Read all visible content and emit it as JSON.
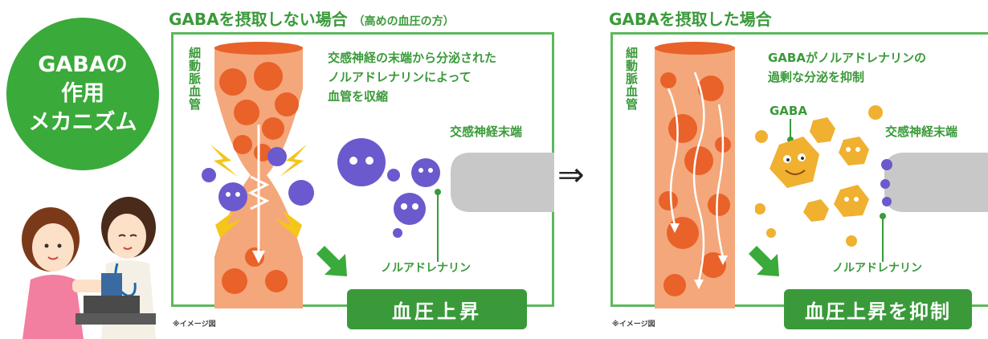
{
  "mechanism": {
    "line1": "GABAの",
    "line2": "作用",
    "line3": "メカニズム"
  },
  "left_panel": {
    "title": "GABAを摂取しない場合",
    "subtitle": "（高めの血圧の方）",
    "vessel_label": "細動脈血管",
    "caption_line1": "交感神経の末端から分泌された",
    "caption_line2": "ノルアドレナリンによって",
    "caption_line3": "血管を収縮",
    "nerve_label": "交感神経末端",
    "substance_label": "ノルアドレナリン",
    "result": "血圧上昇",
    "note": "※イメージ図"
  },
  "arrow_symbol": "⇒",
  "right_panel": {
    "title": "GABAを摂取した場合",
    "vessel_label": "細動脈血管",
    "caption_line1": "GABAがノルアドレナリンの",
    "caption_line2": "過剰な分泌を抑制",
    "gaba_label": "GABA",
    "nerve_label": "交感神経末端",
    "substance_label": "ノルアドレナリン",
    "result": "血圧上昇を抑制",
    "note": "※イメージ図"
  },
  "colors": {
    "green": "#3a9a3a",
    "vessel": "#f4a77a",
    "cell": "#e8622a",
    "noradrenaline": "#6a5acd",
    "gaba": "#f0b030",
    "nerve": "#c8c8c8"
  }
}
